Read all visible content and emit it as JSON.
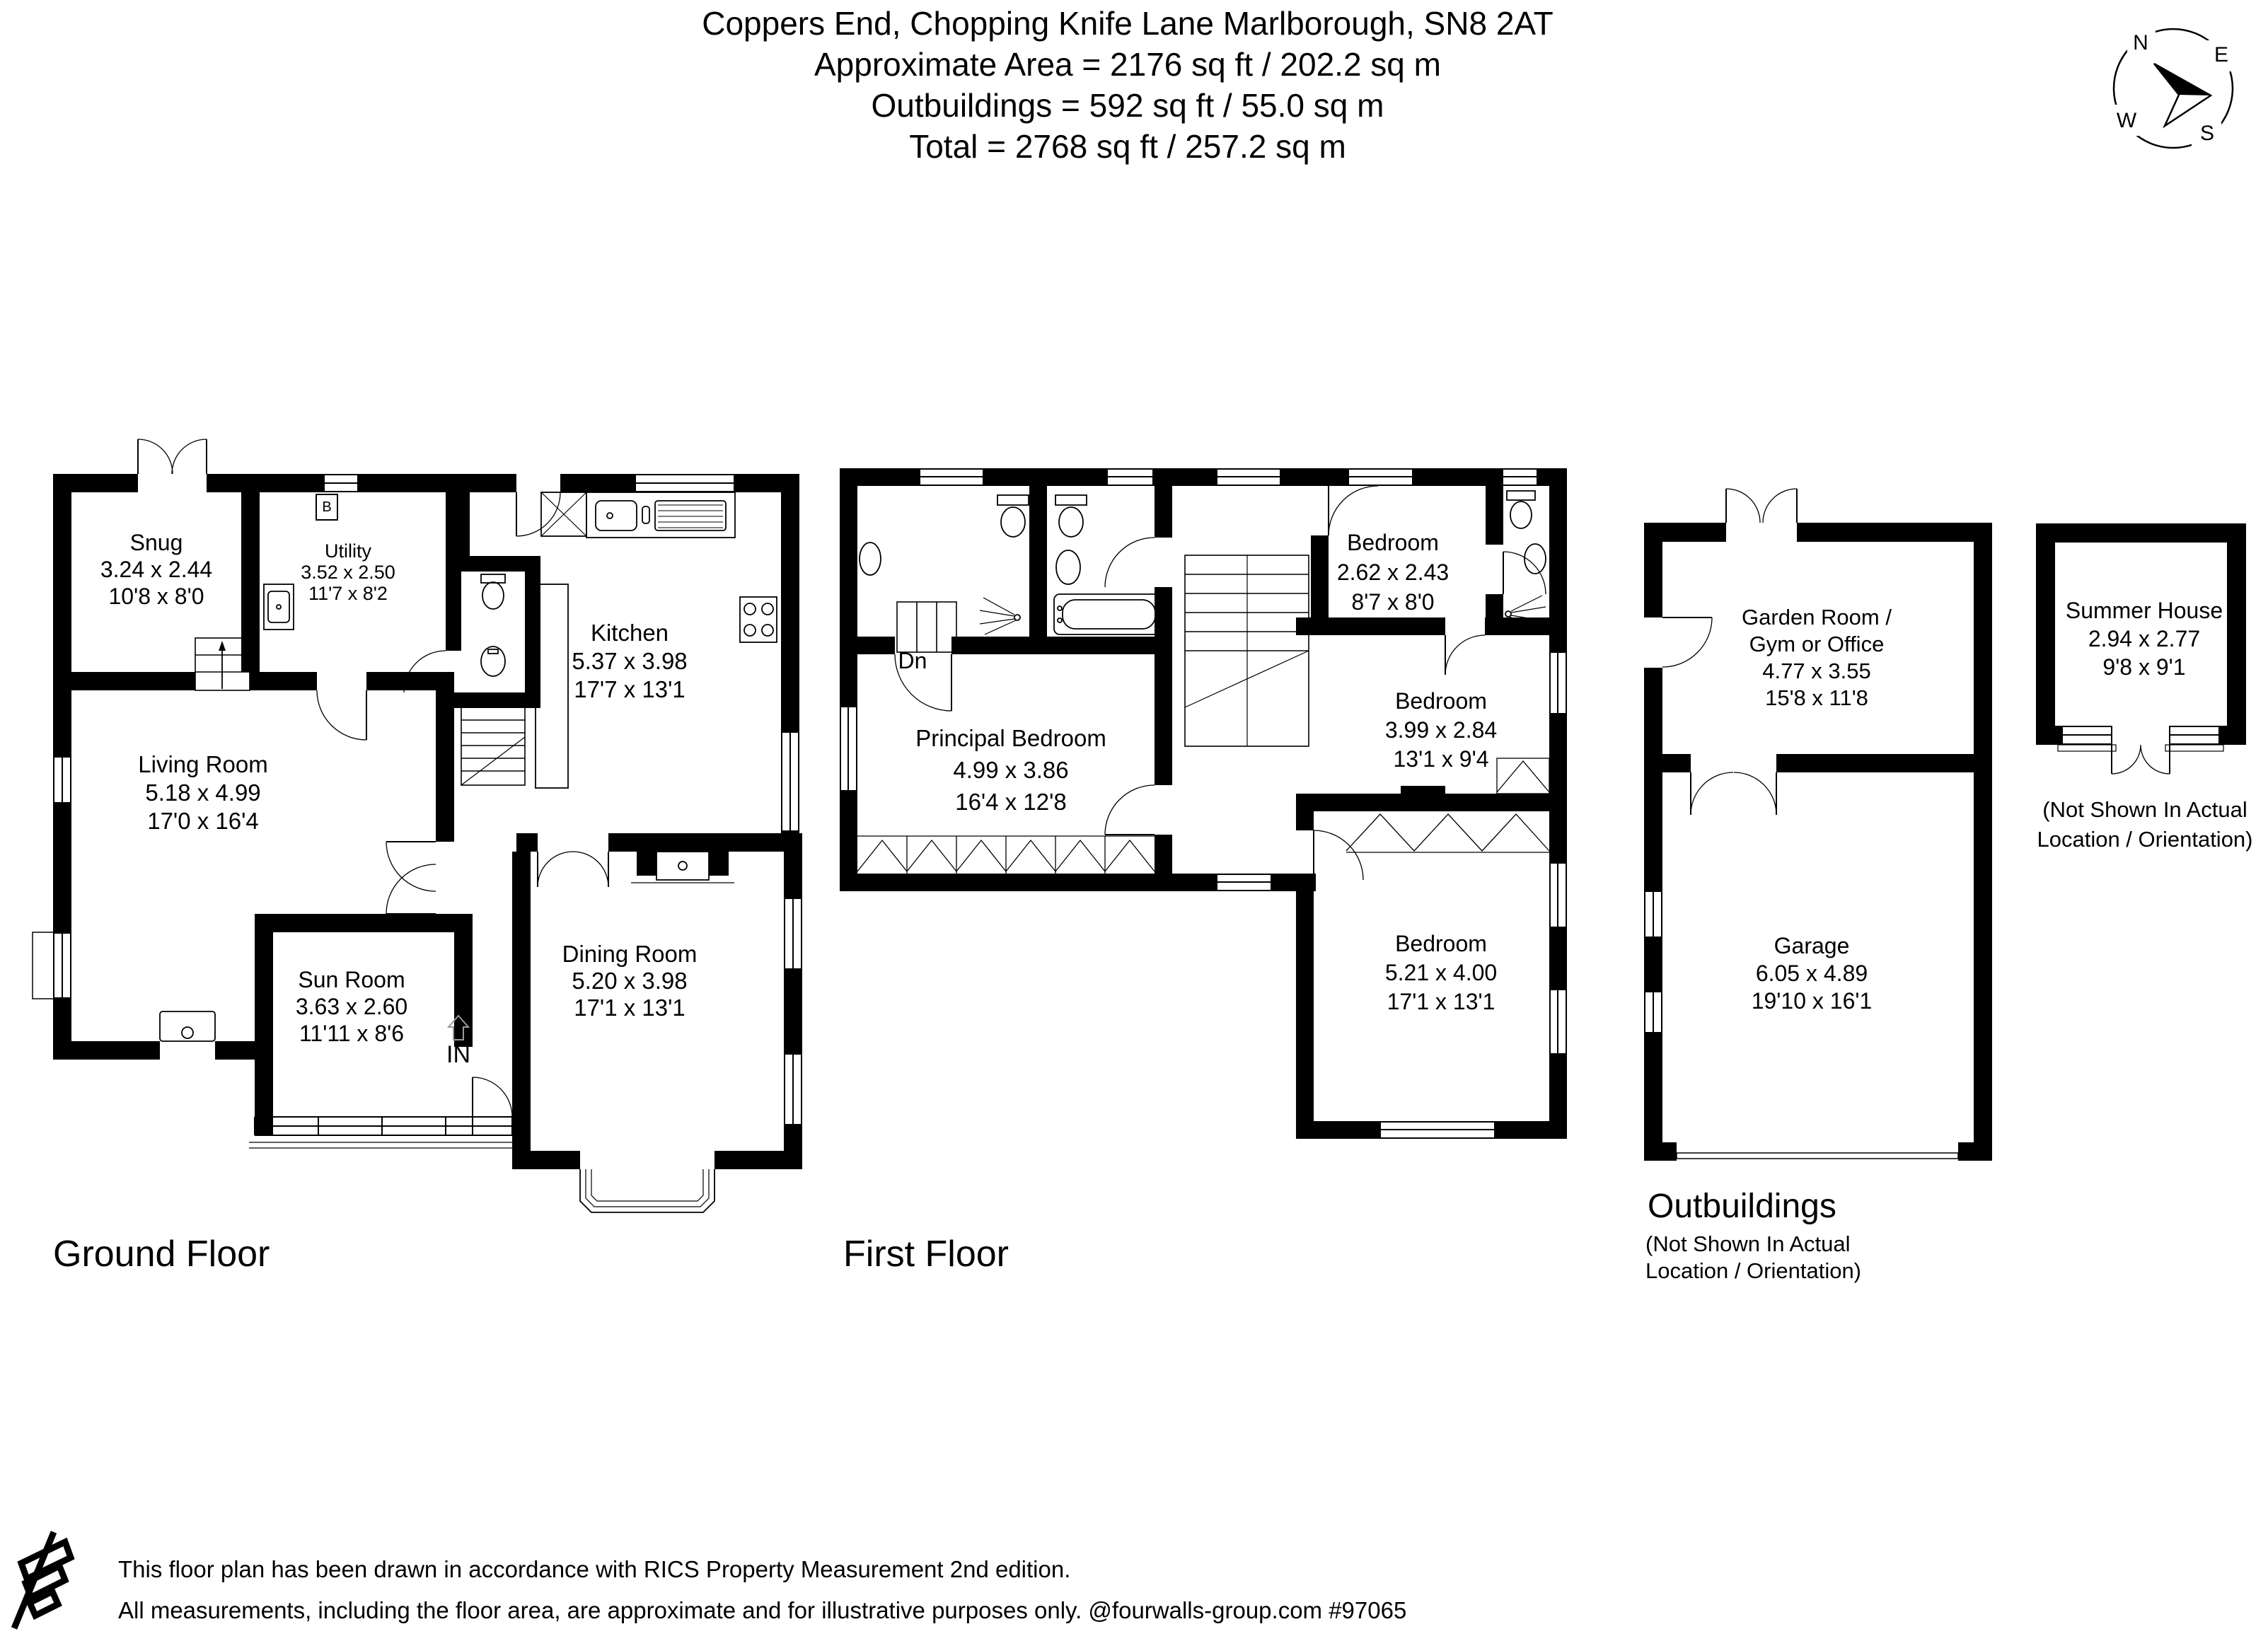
{
  "header": {
    "address": "Coppers End, Chopping Knife Lane Marlborough, SN8 2AT",
    "approximate_area": "Approximate Area = 2176 sq ft / 202.2 sq m",
    "outbuildings_area": "Outbuildings = 592 sq ft / 55.0 sq m",
    "total_area": "Total = 2768 sq ft / 257.2 sq m"
  },
  "compass": {
    "north": "N",
    "east": "E",
    "south": "S",
    "west": "W"
  },
  "ground_floor": {
    "label": "Ground Floor",
    "rooms": {
      "snug": {
        "name": "Snug",
        "metric": "3.24 x 2.44",
        "imperial": "10'8 x 8'0"
      },
      "utility": {
        "name": "Utility",
        "metric": "3.52 x 2.50",
        "imperial": "11'7 x 8'2"
      },
      "kitchen": {
        "name": "Kitchen",
        "metric": "5.37 x 3.98",
        "imperial": "17'7 x 13'1"
      },
      "living_room": {
        "name": "Living Room",
        "metric": "5.18 x 4.99",
        "imperial": "17'0 x 16'4"
      },
      "sun_room": {
        "name": "Sun Room",
        "metric": "3.63 x 2.60",
        "imperial": "11'11 x 8'6"
      },
      "dining_room": {
        "name": "Dining Room",
        "metric": "5.20 x 3.98",
        "imperial": "17'1 x 13'1"
      }
    },
    "markers": {
      "boiler": "B",
      "entrance": "IN"
    }
  },
  "first_floor": {
    "label": "First Floor",
    "markers": {
      "stairs_down": "Dn"
    },
    "rooms": {
      "principal_bedroom": {
        "name": "Principal Bedroom",
        "metric": "4.99 x 3.86",
        "imperial": "16'4 x 12'8"
      },
      "bedroom_small": {
        "name": "Bedroom",
        "metric": "2.62 x 2.43",
        "imperial": "8'7 x 8'0"
      },
      "bedroom_middle": {
        "name": "Bedroom",
        "metric": "3.99 x 2.84",
        "imperial": "13'1 x 9'4"
      },
      "bedroom_large": {
        "name": "Bedroom",
        "metric": "5.21 x 4.00",
        "imperial": "17'1 x 13'1"
      }
    }
  },
  "outbuildings": {
    "label": "Outbuildings",
    "note_line1": "(Not Shown In Actual",
    "note_line2": "Location / Orientation)",
    "rooms": {
      "garden_room": {
        "name_line1": "Garden Room /",
        "name_line2": "Gym or Office",
        "metric": "4.77 x 3.55",
        "imperial": "15'8 x 11'8"
      },
      "garage": {
        "name": "Garage",
        "metric": "6.05 x 4.89",
        "imperial": "19'10 x 16'1"
      }
    }
  },
  "summer_house": {
    "name": "Summer House",
    "metric": "2.94 x 2.77",
    "imperial": "9'8 x 9'1",
    "note_line1": "(Not Shown In Actual",
    "note_line2": "Location / Orientation)"
  },
  "footer": {
    "line1": "This floor plan has been drawn in accordance with RICS Property Measurement 2nd edition.",
    "line2": "All measurements, including the floor area, are approximate and for illustrative purposes only. @fourwalls-group.com #97065"
  }
}
